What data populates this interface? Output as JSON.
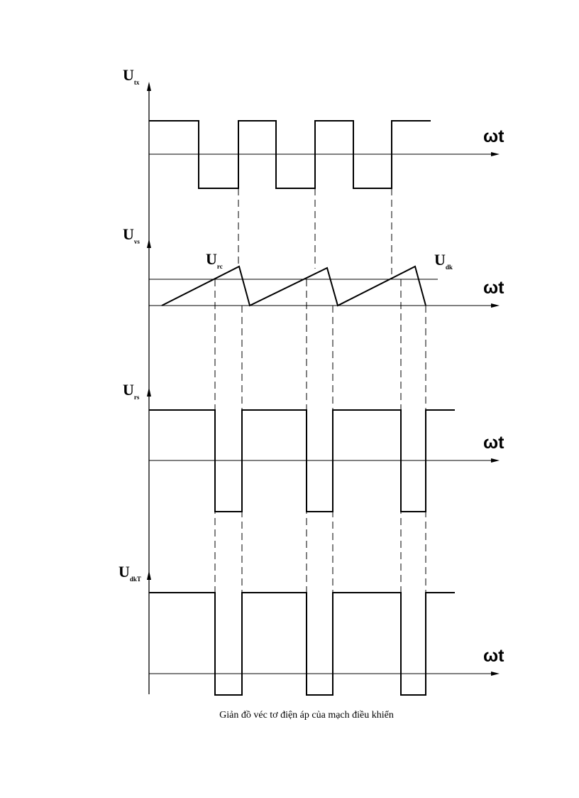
{
  "diagram": {
    "panels": {
      "utx": {
        "label_main": "U",
        "label_sub": "tx",
        "axis_label": "ωt"
      },
      "uvs": {
        "label_main": "U",
        "label_sub": "vs",
        "axis_label": "ωt"
      },
      "urs": {
        "label_main": "U",
        "label_sub": "rs",
        "axis_label": "ωt"
      },
      "udkt": {
        "label_main": "U",
        "label_sub": "dkT",
        "axis_label": "ωt"
      }
    },
    "annotations": {
      "urc": {
        "main": "U",
        "sub": "rc"
      },
      "udk": {
        "main": "U",
        "sub": "dk"
      }
    },
    "caption": "Giản đồ véc tơ điện áp của mạch điều khiển"
  }
}
